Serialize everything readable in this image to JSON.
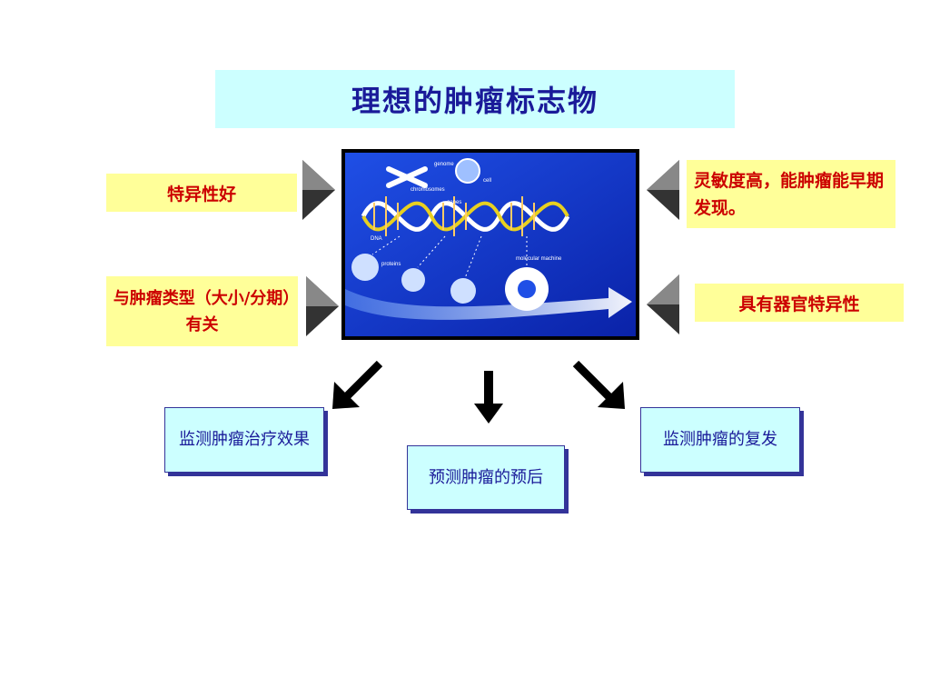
{
  "title": "理想的肿瘤标志物",
  "left_items": [
    "特异性好",
    "与肿瘤类型（大小/分期）有关"
  ],
  "right_items": [
    "灵敏度高，能肿瘤能早期发现。",
    "具有器官特异性"
  ],
  "bottom_items": [
    "监测肿瘤治疗效果",
    "预测肿瘤的预后",
    "监测肿瘤的复发"
  ],
  "image_labels": {
    "genome": "genome",
    "cell": "cell",
    "chromosomes": "chromosomes",
    "genes": "genes",
    "dna": "DNA",
    "proteins": "proteins",
    "molecular_machine": "molecular machine"
  },
  "colors": {
    "title_bg": "#ccffff",
    "title_text": "#1a1a99",
    "yellow_bg": "#ffff99",
    "red_text": "#cc0000",
    "cyan_bg": "#ccffff",
    "navy_shadow": "#333399",
    "image_bg": "#1133cc"
  }
}
